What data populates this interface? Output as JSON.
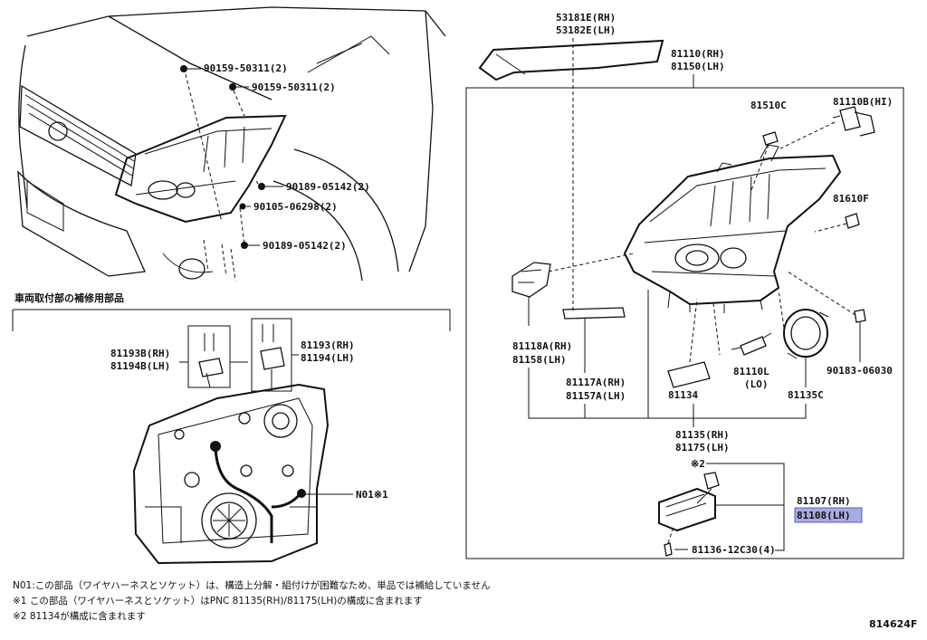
{
  "section_title": "車両取付部の補修用部品",
  "diagram_code": "814624F",
  "labels": {
    "p53181e": "53181E(RH)",
    "p53182e": "53182E(LH)",
    "p81110": "81110(RH)",
    "p81150": "81150(LH)",
    "p81510c": "81510C",
    "p81110b": "81110B(HI)",
    "p81610f": "81610F",
    "p81118a": "81118A(RH)",
    "p81158": "81158(LH)",
    "p81117a": "81117A(RH)",
    "p81157a": "81157A(LH)",
    "p81134": "81134",
    "p81110l": "81110L",
    "p81110l_sub": "(LO)",
    "p81135c": "81135C",
    "p90183": "90183-06030",
    "p81135": "81135(RH)",
    "p81175": "81175(LH)",
    "mark2": "※2",
    "p81107": "81107(RH)",
    "p81108": "81108(LH)",
    "p81136": "81136-12C30(4)",
    "p90159a": "90159-50311(2)",
    "p90159b": "90159-50311(2)",
    "p90189a": "90189-05142(2)",
    "p90105": "90105-06298(2)",
    "p90189b": "90189-05142(2)",
    "p81193b": "81193B(RH)",
    "p81194b": "81194B(LH)",
    "p81193": "81193(RH)",
    "p81194": "81194(LH)",
    "n01": "N01※1"
  },
  "notes": {
    "n01": "N01:この部品（ワイヤハーネスとソケット）は、構造上分解・組付けが困難なため、単品では補給していません",
    "mark1": "※1 この部品（ワイヤハーネスとソケット）はPNC 81135(RH)/81175(LH)の構成に含まれます",
    "mark2": "※2 81134が構成に含まれます"
  },
  "highlight_color": "#a9abe0"
}
